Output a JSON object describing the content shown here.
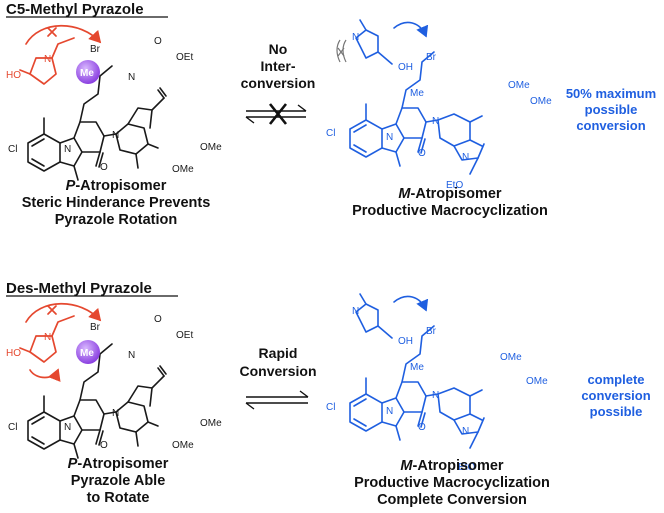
{
  "headers": {
    "top": "C5-Methyl Pyrazole",
    "bottom": "Des-Methyl Pyrazole"
  },
  "middle": {
    "top_lines": [
      "No",
      "Inter-",
      "conversion"
    ],
    "bottom_lines": [
      "Rapid",
      "Conversion"
    ]
  },
  "notes": {
    "top": [
      "50% maximum",
      "possible",
      "conversion"
    ],
    "bottom": [
      "complete",
      "conversion",
      "possible"
    ]
  },
  "captions": {
    "top_left": {
      "prefix": "P",
      "rest": "-Atropisomer",
      "lines": [
        "Steric Hinderance Prevents",
        "Pyrazole Rotation"
      ]
    },
    "top_right": {
      "prefix": "M",
      "rest": "-Atropisomer",
      "lines": [
        "Productive Macrocyclization"
      ]
    },
    "bottom_left": {
      "prefix": "P",
      "rest": "-Atropisomer",
      "lines": [
        "Pyrazole Able",
        "to Rotate"
      ]
    },
    "bottom_right": {
      "prefix": "M",
      "rest": "-Atropisomer",
      "lines": [
        "Productive Macrocyclization",
        "Complete Conversion"
      ]
    }
  },
  "atoms": {
    "me": "Me",
    "me_plain": "Me",
    "ho": "HO",
    "oh": "OH",
    "cl": "Cl",
    "br": "Br",
    "n": "N",
    "o": "O",
    "oet": "OEt",
    "eto": "EtO",
    "ome": "OMe"
  },
  "colors": {
    "black": "#1a1a1a",
    "blue": "#1f5fe0",
    "red": "#e5482f",
    "purple_ball": "#9b59e0"
  }
}
